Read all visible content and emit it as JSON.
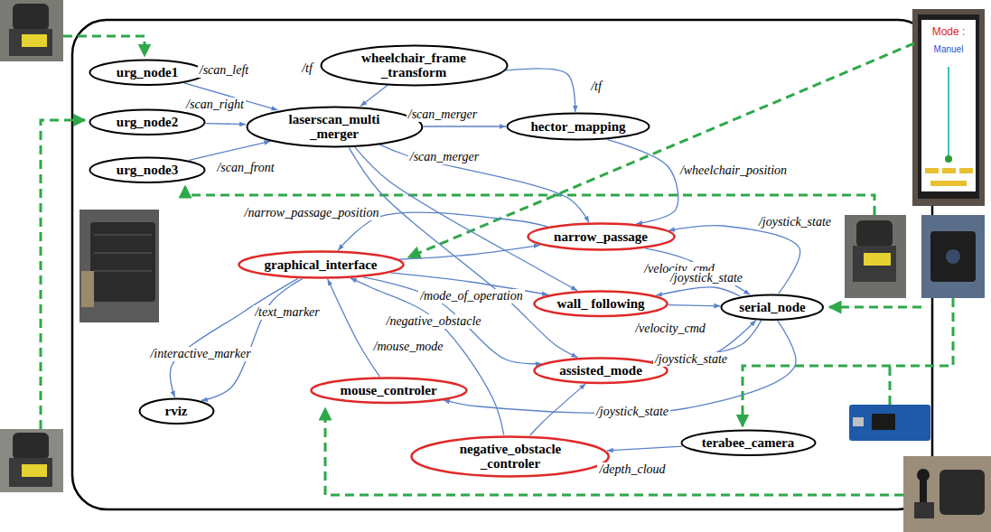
{
  "diagram": {
    "nodes": [
      {
        "text": [
          "urg_node1"
        ]
      },
      {
        "text": [
          "wheelchair_frame _transform"
        ]
      },
      {
        "text": [
          "urg_node2"
        ]
      },
      {
        "text": [
          "laserscan_multi _merger"
        ]
      },
      {
        "text": [
          "hector_mapping"
        ]
      },
      {
        "text": [
          "urg_node3"
        ]
      },
      {
        "text": [
          "graphical_interface"
        ]
      },
      {
        "text": [
          "narrow_passage"
        ]
      },
      {
        "text": [
          "wall_ following"
        ]
      },
      {
        "text": [
          "serial_node"
        ]
      },
      {
        "text": [
          "assisted_mode"
        ]
      },
      {
        "text": [
          "rviz"
        ]
      },
      {
        "text": [
          "mouse_controler"
        ]
      },
      {
        "text": [
          "negative_obstacle _controler"
        ]
      },
      {
        "text": [
          "terabee_camera"
        ]
      }
    ],
    "edges": [
      {
        "from": 0,
        "to": 3,
        "arrow": "to",
        "label": "/scan_left"
      },
      {
        "from": 2,
        "to": 3,
        "arrow": "to",
        "label": "/scan_right"
      },
      {
        "from": 5,
        "to": 3,
        "arrow": "to",
        "label": "/scan_front"
      },
      {
        "from": 1,
        "to": 3,
        "arrow": "to",
        "label": "/tf"
      },
      {
        "from": 1,
        "to": 4,
        "arrow": "to",
        "label": "/tf"
      },
      {
        "from": 3,
        "to": 4,
        "arrow": "to",
        "label": "/scan_merger"
      },
      {
        "from": 3,
        "to": 7,
        "arrow": "to",
        "label": "/scan_merger"
      },
      {
        "from": 3,
        "to": 8,
        "arrow": "to"
      },
      {
        "from": 3,
        "to": 10,
        "arrow": "to"
      },
      {
        "from": 4,
        "to": 7,
        "arrow": "to",
        "label": "/wheelchair_position"
      },
      {
        "from": 7,
        "to": 6,
        "arrow": "to",
        "label": "/narrow_passage_position"
      },
      {
        "from": 6,
        "to": 7,
        "arrow": "to"
      },
      {
        "from": 6,
        "to": 8,
        "arrow": "to",
        "label": "/mode_of_operation"
      },
      {
        "from": 6,
        "to": 10,
        "arrow": "to"
      },
      {
        "from": 7,
        "to": 9,
        "arrow": "to",
        "label": "/velocity_cmd"
      },
      {
        "from": 8,
        "to": 9,
        "arrow": "to",
        "label": "/velocity_cmd"
      },
      {
        "from": 10,
        "to": 9,
        "arrow": "to"
      },
      {
        "from": 9,
        "to": 7,
        "arrow": "to",
        "label": "/joystick_state"
      },
      {
        "from": 9,
        "to": 8,
        "arrow": "to",
        "label": "/joystick_state"
      },
      {
        "from": 9,
        "to": 10,
        "arrow": "to",
        "label": "/joystick_state"
      },
      {
        "from": 9,
        "to": 12,
        "arrow": "to",
        "label": "/joystick_state"
      },
      {
        "from": 6,
        "to": 11,
        "arrow": "to",
        "label": "/interactive_marker"
      },
      {
        "from": 6,
        "to": 11,
        "arrow": "to",
        "label": "/text_marker"
      },
      {
        "from": 12,
        "to": 6,
        "arrow": "to",
        "label": "/mouse_mode"
      },
      {
        "from": 13,
        "to": 6,
        "arrow": "to",
        "label": "/negative_obstacle"
      },
      {
        "from": 13,
        "to": 10,
        "arrow": "to"
      },
      {
        "from": 14,
        "to": 13,
        "arrow": "to",
        "label": "/depth_cloud"
      }
    ],
    "labels": [
      "Mode :",
      "Manuel"
    ]
  }
}
